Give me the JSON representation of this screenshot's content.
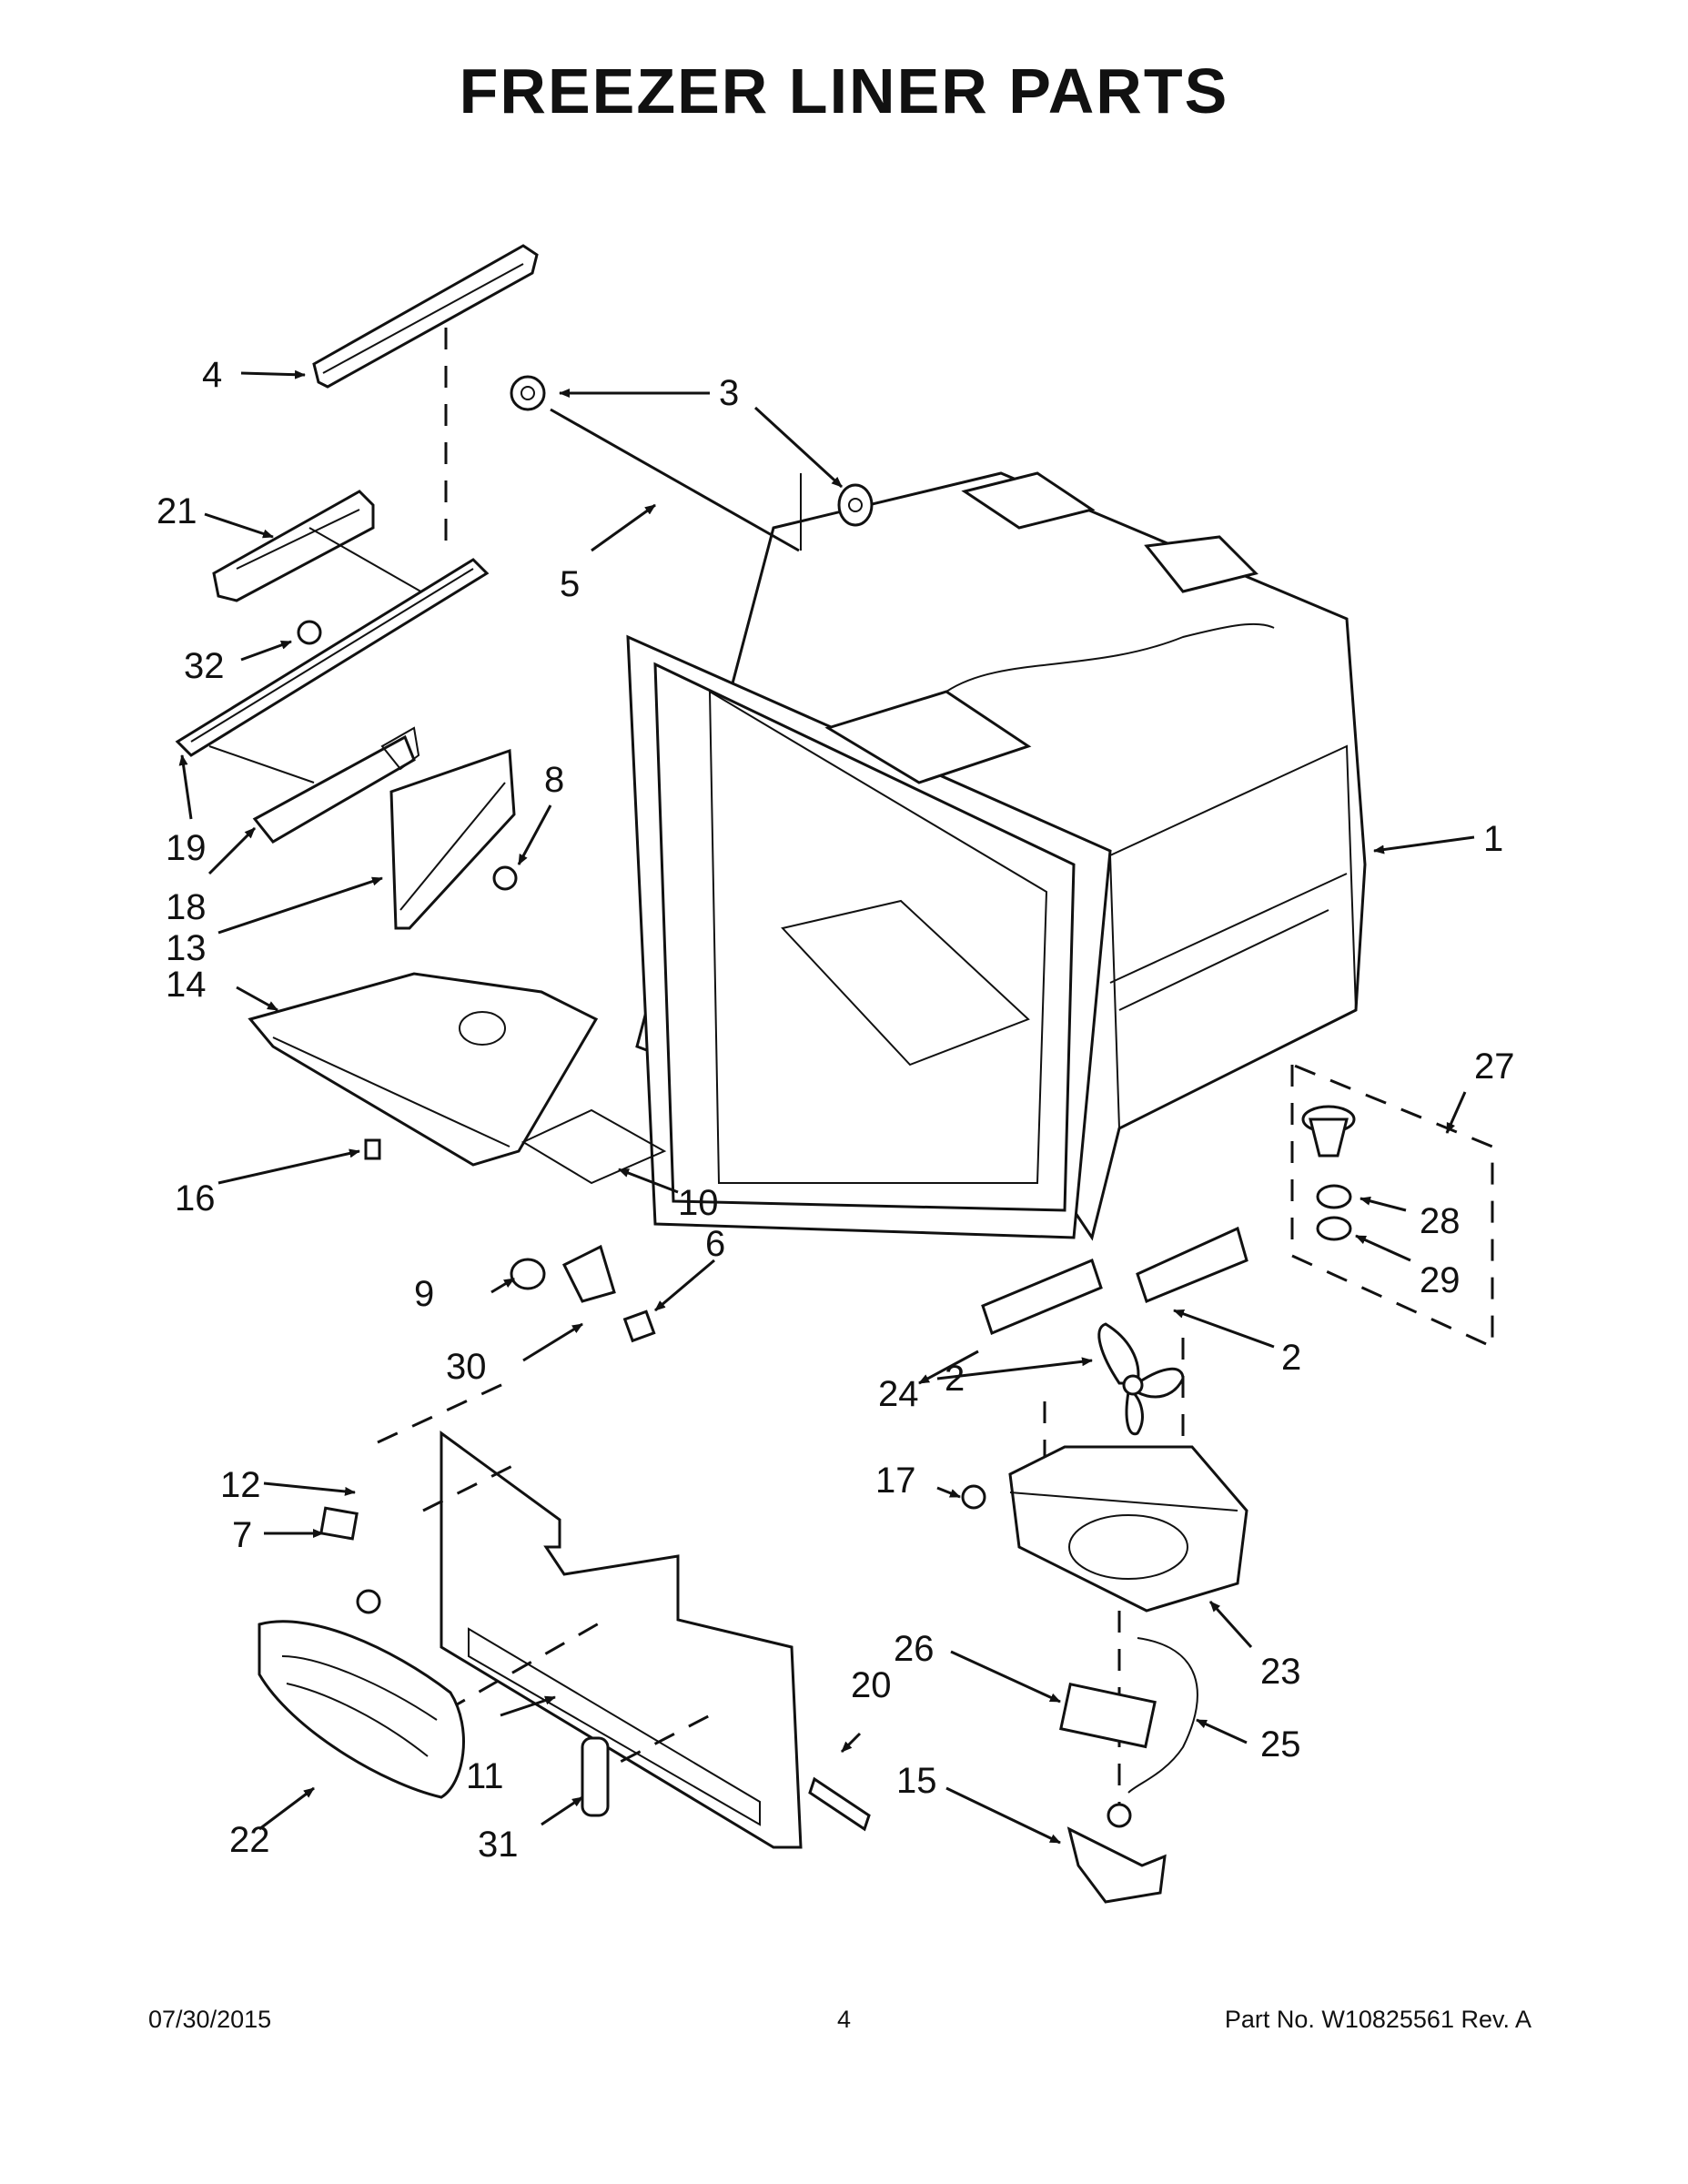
{
  "title": "FREEZER LINER PARTS",
  "footer": {
    "date": "07/30/2015",
    "page": "4",
    "part_no": "Part No.  W10825561  Rev.  A"
  },
  "callouts": [
    "1",
    "2",
    "2",
    "3",
    "4",
    "5",
    "6",
    "7",
    "8",
    "9",
    "10",
    "11",
    "12",
    "13",
    "14",
    "15",
    "16",
    "17",
    "18",
    "19",
    "20",
    "21",
    "22",
    "23",
    "24",
    "25",
    "26",
    "27",
    "28",
    "29",
    "30",
    "31",
    "32"
  ]
}
